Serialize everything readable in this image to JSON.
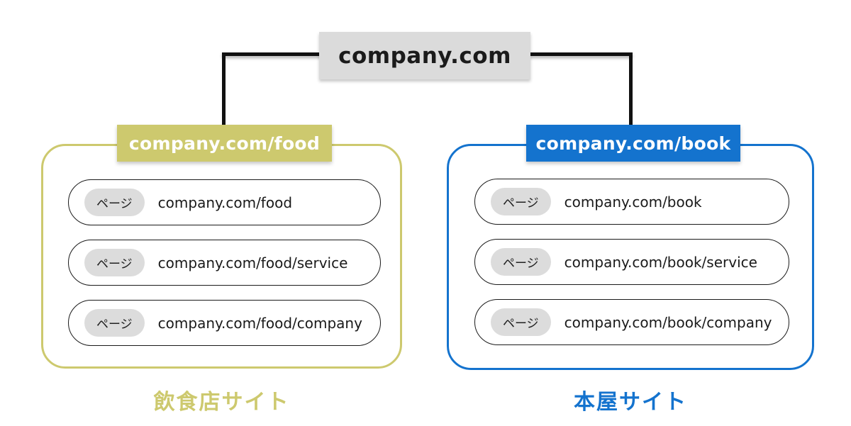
{
  "root": {
    "label": "company.com"
  },
  "badge_label": "ページ",
  "colors": {
    "root_box_bg": "#dbdbdb",
    "food_accent": "#cdc96e",
    "book_accent": "#1473ce",
    "badge_bg": "#dcdcdc",
    "connector_line": "#111111",
    "row_border": "#1a1a1a"
  },
  "sites": [
    {
      "id": "food",
      "header": "company.com/food",
      "caption": "飲食店サイト",
      "pages": [
        "company.com/food",
        "company.com/food/service",
        "company.com/food/company"
      ]
    },
    {
      "id": "book",
      "header": "company.com/book",
      "caption": "本屋サイト",
      "pages": [
        "company.com/book",
        "company.com/book/service",
        "company.com/book/company"
      ]
    }
  ]
}
